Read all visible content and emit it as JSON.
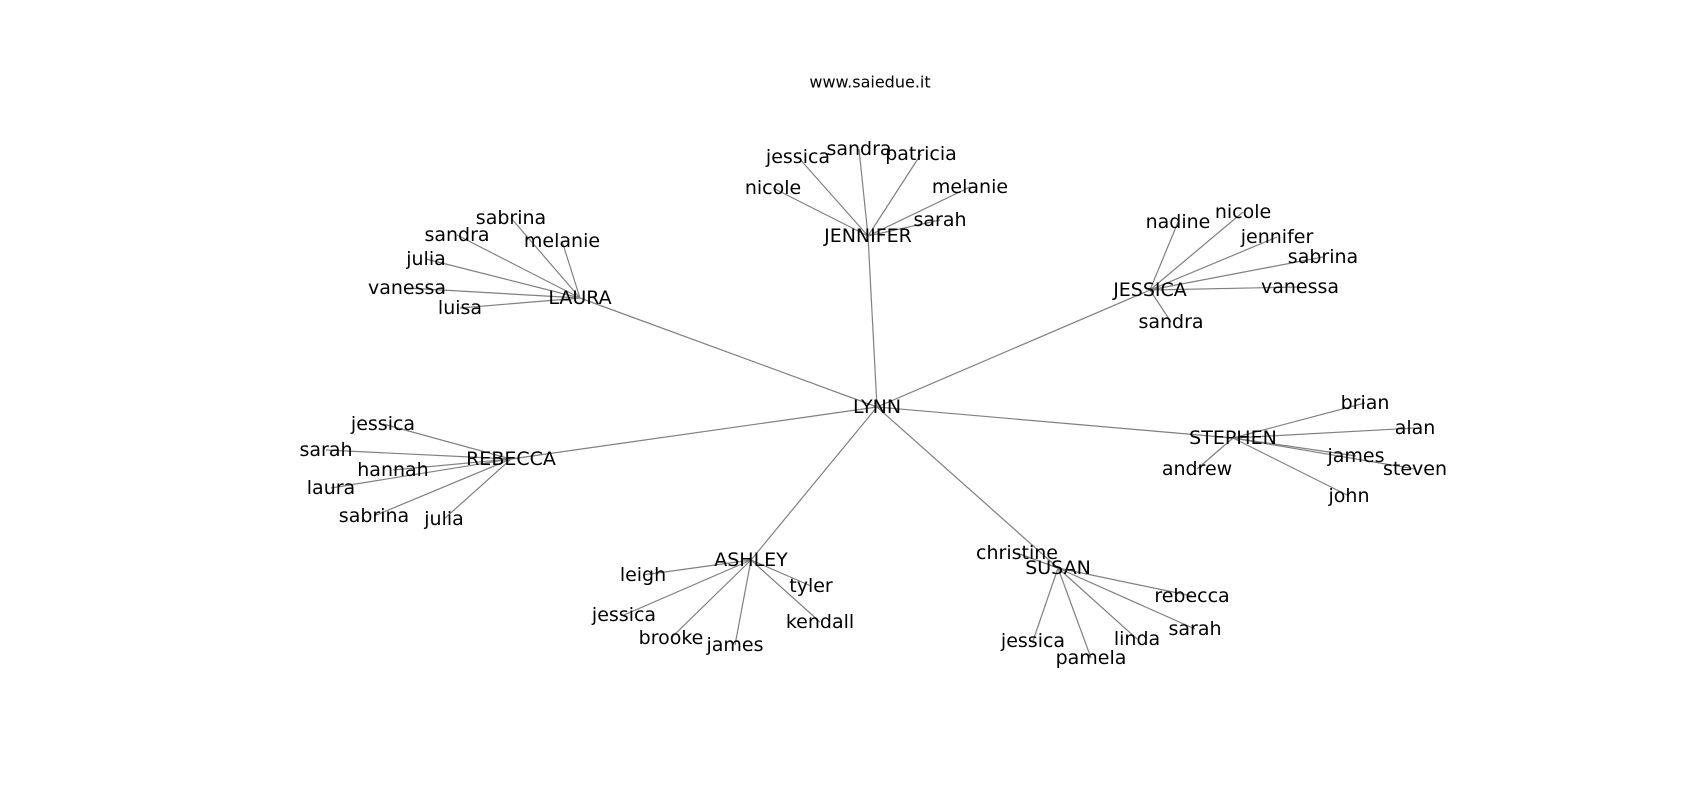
{
  "header": {
    "site": "www.saiedue.it"
  },
  "graph": {
    "root": "LYNN",
    "hubs": [
      {
        "id": "jennifer",
        "label": "JENNIFER",
        "leaves": [
          "jessica",
          "sandra",
          "patricia",
          "nicole",
          "melanie",
          "sarah"
        ]
      },
      {
        "id": "laura",
        "label": "LAURA",
        "leaves": [
          "sabrina",
          "sandra",
          "melanie",
          "julia",
          "vanessa",
          "luisa"
        ]
      },
      {
        "id": "jessica",
        "label": "JESSICA",
        "leaves": [
          "nadine",
          "nicole",
          "jennifer",
          "sabrina",
          "vanessa",
          "sandra"
        ]
      },
      {
        "id": "rebecca",
        "label": "REBECCA",
        "leaves": [
          "jessica",
          "sarah",
          "hannah",
          "laura",
          "sabrina",
          "julia"
        ]
      },
      {
        "id": "stephen",
        "label": "STEPHEN",
        "leaves": [
          "brian",
          "alan",
          "james",
          "steven",
          "andrew",
          "john"
        ]
      },
      {
        "id": "ashley",
        "label": "ASHLEY",
        "leaves": [
          "leigh",
          "tyler",
          "jessica",
          "kendall",
          "brooke",
          "james"
        ]
      },
      {
        "id": "susan",
        "label": "SUSAN",
        "leaves": [
          "christine",
          "rebecca",
          "sarah",
          "linda",
          "jessica",
          "pamela"
        ]
      }
    ]
  }
}
